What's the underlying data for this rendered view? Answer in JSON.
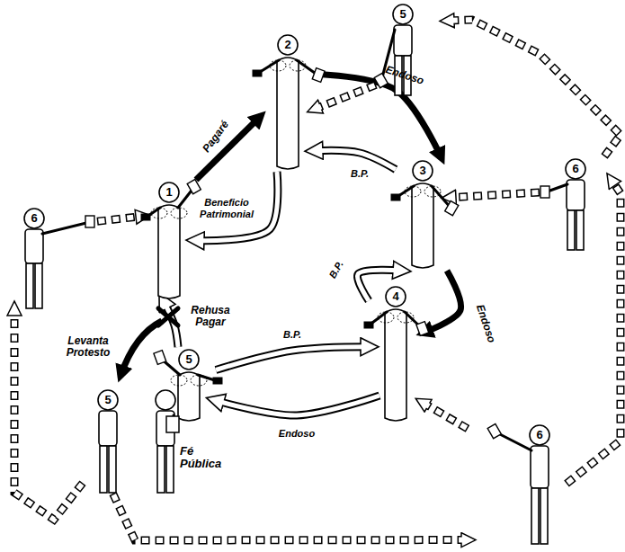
{
  "diagram": {
    "nodes": [
      {
        "text": [
          "1"
        ]
      },
      {
        "text": [
          "2"
        ]
      },
      {
        "text": [
          "3"
        ]
      },
      {
        "text": [
          "4"
        ]
      },
      {
        "text": [
          "5"
        ]
      },
      {
        "text": [
          "6"
        ]
      },
      {
        "text": [
          "5"
        ]
      },
      {
        "text": [
          "6"
        ]
      },
      {
        "text": [
          "6"
        ]
      },
      {
        "text": [
          "5"
        ]
      },
      {
        "text": [
          "Fé Pública"
        ]
      }
    ],
    "edges": [
      {
        "from": 0,
        "to": 1,
        "label": "Pagaré",
        "arrow": "to"
      },
      {
        "from": 1,
        "to": 2,
        "label": "Endoso",
        "arrow": "to"
      },
      {
        "from": 2,
        "to": 3,
        "label": "Endoso",
        "arrow": "to"
      },
      {
        "from": 3,
        "to": 4,
        "label": "Endoso",
        "arrow": "to"
      },
      {
        "from": 1,
        "to": 0,
        "label": "Beneficio Patrimonial",
        "arrow": "to"
      },
      {
        "from": 2,
        "to": 1,
        "label": "B.P.",
        "arrow": "to"
      },
      {
        "from": 3,
        "to": 2,
        "label": "B.P.",
        "arrow": "to"
      },
      {
        "from": 4,
        "to": 3,
        "label": "B.P.",
        "arrow": "to"
      },
      {
        "from": 4,
        "to": 0,
        "label": "Rehusa Pagar",
        "arrow": "to"
      },
      {
        "from": 9,
        "to": 5,
        "arrow": "to"
      },
      {
        "from": 5,
        "to": 0,
        "arrow": "to"
      },
      {
        "from": 9,
        "to": 8,
        "arrow": "to"
      },
      {
        "from": 8,
        "to": 3,
        "arrow": "to"
      },
      {
        "from": 8,
        "to": 7,
        "arrow": "to"
      },
      {
        "from": 7,
        "to": 2,
        "arrow": "to"
      },
      {
        "from": 7,
        "to": 6,
        "arrow": "to"
      },
      {
        "from": 6,
        "to": 1,
        "arrow": "to"
      }
    ],
    "labels": [
      "Levanta Protesto"
    ]
  }
}
